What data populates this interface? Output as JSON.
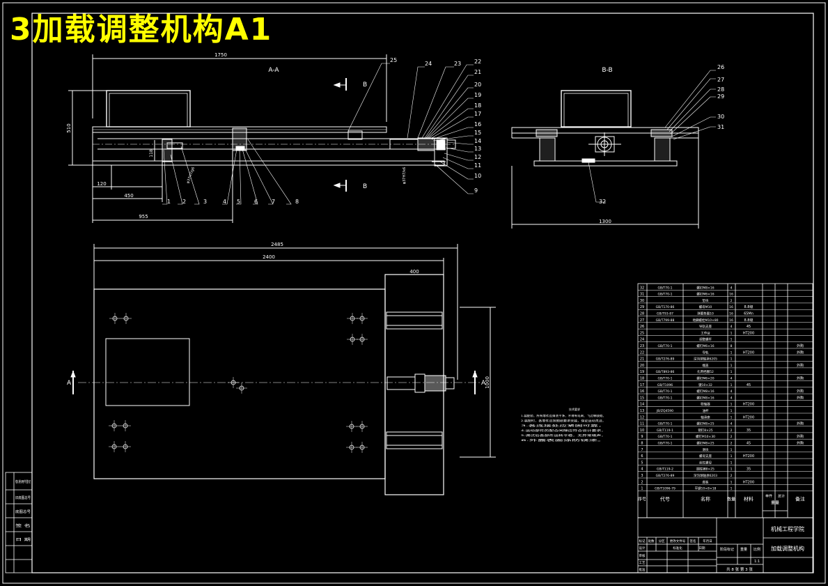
{
  "title": "3加载调整机构A1",
  "colors": {
    "background": "#000000",
    "line": "#ffffff",
    "title": "#ffff00",
    "center": "#ffffff"
  },
  "views": {
    "aa": {
      "label": "A-A",
      "section_b_top": "B",
      "section_b_bottom": "B",
      "dims": {
        "width": "1750",
        "height": "510",
        "h1": "118",
        "d120": "120",
        "d450": "450",
        "d955": "955",
        "note_left": "φ37H7/g6",
        "note_right": "φ37H7/k6"
      },
      "callouts_top": [
        "25",
        "24",
        "23",
        "22",
        "21",
        "20",
        "19",
        "18",
        "17",
        "16",
        "15",
        "14",
        "13",
        "12",
        "11",
        "10",
        "9"
      ],
      "callouts_bottom": [
        "1",
        "2",
        "3",
        "4",
        "5",
        "6",
        "7",
        "8"
      ]
    },
    "bb": {
      "label": "B-B",
      "callouts": [
        "26",
        "27",
        "28",
        "29",
        "30",
        "31",
        "32"
      ],
      "dim_width": "1300"
    },
    "plan": {
      "dims": {
        "overall": "2485",
        "inner": "2400",
        "d400": "400",
        "d1000": "1000"
      },
      "section_a_left": "A",
      "section_a_right": "A"
    }
  },
  "notes": {
    "heading": "技术要求",
    "lines": [
      "1.装配前，所有零件应清洗干净，不得有毛刺、飞边等缺陷，",
      "2.装配时，各零件应按图纸要求安装，保证运动灵活，",
      "3.各连接处应紧固可靠，",
      "4.运动部件的配合间隙应符合设计要求，",
      "5.调试后各部件运转平稳，无异常噪声，",
      "6.外露表面涂防锈漆。"
    ]
  },
  "bom": {
    "rows": [
      {
        "no": "32",
        "code": "GB/T70-1",
        "name": "螺钉M8×16",
        "qty": "4",
        "material": "",
        "remark": ""
      },
      {
        "no": "31",
        "code": "GB/T70-1",
        "name": "螺钉M6×16",
        "qty": "16",
        "material": "",
        "remark": ""
      },
      {
        "no": "30",
        "code": "",
        "name": "垫块",
        "qty": "2",
        "material": "",
        "remark": ""
      },
      {
        "no": "29",
        "code": "GB/T170-86",
        "name": "螺母M10",
        "qty": "16",
        "material": "8.8级",
        "remark": ""
      },
      {
        "no": "28",
        "code": "GB/T93-87",
        "name": "弹簧垫圈10",
        "qty": "16",
        "material": "65Mn",
        "remark": ""
      },
      {
        "no": "27",
        "code": "GB/T799-88",
        "name": "地脚螺栓M10×80",
        "qty": "16",
        "material": "8.8级",
        "remark": ""
      },
      {
        "no": "26",
        "code": "",
        "name": "导轨支座",
        "qty": "4",
        "material": "45",
        "remark": ""
      },
      {
        "no": "25",
        "code": "",
        "name": "工作台",
        "qty": "1",
        "material": "HT200",
        "remark": ""
      },
      {
        "no": "24",
        "code": "",
        "name": "调整螺杆",
        "qty": "1",
        "material": "",
        "remark": ""
      },
      {
        "no": "23",
        "code": "GB/T70-1",
        "name": "螺钉M6×16",
        "qty": "8",
        "material": "",
        "remark": "外购"
      },
      {
        "no": "22",
        "code": "",
        "name": "导轨",
        "qty": "1",
        "material": "HT200",
        "remark": "外购"
      },
      {
        "no": "21",
        "code": "GB/T276-89",
        "name": "深沟球轴承6205",
        "qty": "1",
        "material": "",
        "remark": ""
      },
      {
        "no": "20",
        "code": "",
        "name": "端盖",
        "qty": "1",
        "material": "",
        "remark": "外购"
      },
      {
        "no": "19",
        "code": "GB/T893-86",
        "name": "孔用挡圈52",
        "qty": "1",
        "material": "",
        "remark": ""
      },
      {
        "no": "18",
        "code": "GB/T70-1",
        "name": "螺钉M6×20",
        "qty": "4",
        "material": "",
        "remark": "外购"
      },
      {
        "no": "17",
        "code": "GB/T1096",
        "name": "键10×32",
        "qty": "1",
        "material": "45",
        "remark": ""
      },
      {
        "no": "16",
        "code": "GB/T70-1",
        "name": "螺钉M8×16",
        "qty": "4",
        "material": "",
        "remark": "外购"
      },
      {
        "no": "15",
        "code": "GB/T70-1",
        "name": "螺钉M8×16",
        "qty": "4",
        "material": "",
        "remark": "外购"
      },
      {
        "no": "14",
        "code": "",
        "name": "联轴器",
        "qty": "1",
        "material": "HT200",
        "remark": ""
      },
      {
        "no": "13",
        "code": "JB/ZQ4590",
        "name": "油杯",
        "qty": "1",
        "material": "",
        "remark": ""
      },
      {
        "no": "12",
        "code": "",
        "name": "轴承座",
        "qty": "1",
        "material": "HT200",
        "remark": ""
      },
      {
        "no": "11",
        "code": "GB/T70-1",
        "name": "螺钉M8×25",
        "qty": "4",
        "material": "",
        "remark": "外购"
      },
      {
        "no": "10",
        "code": "GB/T119-1",
        "name": "销钉8×25",
        "qty": "2",
        "material": "35",
        "remark": ""
      },
      {
        "no": "9",
        "code": "GB/T70-1",
        "name": "螺钉M10×30",
        "qty": "2",
        "material": "",
        "remark": "外购"
      },
      {
        "no": "8",
        "code": "GB/T70-1",
        "name": "螺钉M8×25",
        "qty": "2",
        "material": "45",
        "remark": "外购"
      },
      {
        "no": "7",
        "code": "",
        "name": "滑块",
        "qty": "1",
        "material": "",
        "remark": ""
      },
      {
        "no": "6",
        "code": "",
        "name": "螺母支座",
        "qty": "1",
        "material": "HT200",
        "remark": ""
      },
      {
        "no": "5",
        "code": "",
        "name": "丝杠螺母",
        "qty": "1",
        "material": "",
        "remark": ""
      },
      {
        "no": "4",
        "code": "GB/T119-2",
        "name": "圆柱销8×25",
        "qty": "1",
        "material": "35",
        "remark": ""
      },
      {
        "no": "3",
        "code": "GB/T276-89",
        "name": "深沟球轴承6203",
        "qty": "2",
        "material": "",
        "remark": ""
      },
      {
        "no": "2",
        "code": "",
        "name": "底板",
        "qty": "1",
        "material": "HT200",
        "remark": ""
      },
      {
        "no": "1",
        "code": "GB/T1096-79",
        "name": "平键10×8×18",
        "qty": "1",
        "material": "",
        "remark": ""
      }
    ],
    "headers": {
      "no": "序号",
      "code": "代号",
      "name": "名称",
      "qty": "数量",
      "material": "材料",
      "weight_single": "单件",
      "weight_total": "总计",
      "weight": "重量",
      "remark": "备注"
    }
  },
  "titleblock": {
    "school": "机械工程学院",
    "drawing_name": "加载调整机构",
    "scale_label": "比例",
    "scale": "1:1",
    "weight_label": "重量",
    "stage_label": "阶段标记",
    "sheet": "共 8 张 第 3 张",
    "rev_cells": [
      "标记",
      "处数",
      "分区",
      "更改文件号",
      "签名",
      "年月日"
    ],
    "role_cells": [
      "设计",
      "审核",
      "工艺",
      "批准"
    ],
    "std_label": "标准化",
    "date_label": "日期"
  },
  "side_stamp": {
    "cells": [
      "借(通)用件登记",
      "旧底图总号",
      "底图总号",
      "签 名",
      "日 期"
    ]
  }
}
